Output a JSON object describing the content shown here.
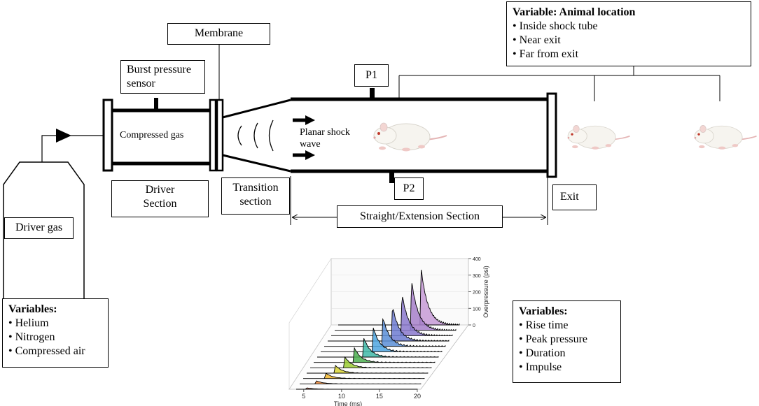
{
  "labels": {
    "membrane": "Membrane",
    "burst_sensor": "Burst pressure sensor",
    "compressed_gas": "Compressed gas",
    "driver_section": "Driver Section",
    "transition_section": "Transition section",
    "planar_shock": "Planar shock wave",
    "p1": "P1",
    "p2": "P2",
    "exit": "Exit",
    "straight_section": "Straight/Extension Section",
    "driver_gas": "Driver gas"
  },
  "animal_box": {
    "title": "Variable: Animal location",
    "items": [
      "Inside shock tube",
      "Near exit",
      "Far from exit"
    ]
  },
  "gas_box": {
    "title": "Variables:",
    "items": [
      "Helium",
      "Nitrogen",
      "Compressed air"
    ]
  },
  "waveform_box": {
    "title": "Variables:",
    "items": [
      "Rise time",
      "Peak pressure",
      "Duration",
      "Impulse"
    ]
  },
  "chart_data": {
    "type": "area",
    "xlabel": "Time (ms)",
    "ylabel": "Overpressure (psi)",
    "x_ticks": [
      5,
      10,
      15,
      20
    ],
    "y_ticks": [
      0,
      100,
      200,
      300,
      400
    ],
    "xlim": [
      4,
      20
    ],
    "ylim": [
      0,
      400
    ],
    "series": [
      {
        "peak": 10,
        "arrival": 5.2,
        "color": "#e8735a"
      },
      {
        "peak": 22,
        "arrival": 6.0,
        "color": "#f08a3a"
      },
      {
        "peak": 38,
        "arrival": 6.8,
        "color": "#f5b82e"
      },
      {
        "peak": 55,
        "arrival": 7.6,
        "color": "#d9d534"
      },
      {
        "peak": 75,
        "arrival": 8.4,
        "color": "#9acd32"
      },
      {
        "peak": 100,
        "arrival": 9.2,
        "color": "#4caf50"
      },
      {
        "peak": 128,
        "arrival": 10.0,
        "color": "#3fb8a8"
      },
      {
        "peak": 160,
        "arrival": 10.8,
        "color": "#4fa6e0"
      },
      {
        "peak": 195,
        "arrival": 11.6,
        "color": "#5b8ed6"
      },
      {
        "peak": 235,
        "arrival": 12.4,
        "color": "#6d7bd1"
      },
      {
        "peak": 280,
        "arrival": 13.2,
        "color": "#8a78cc"
      },
      {
        "peak": 330,
        "arrival": 14.0,
        "color": "#a67fc9"
      },
      {
        "peak": 375,
        "arrival": 14.8,
        "color": "#c59ad6"
      }
    ]
  }
}
